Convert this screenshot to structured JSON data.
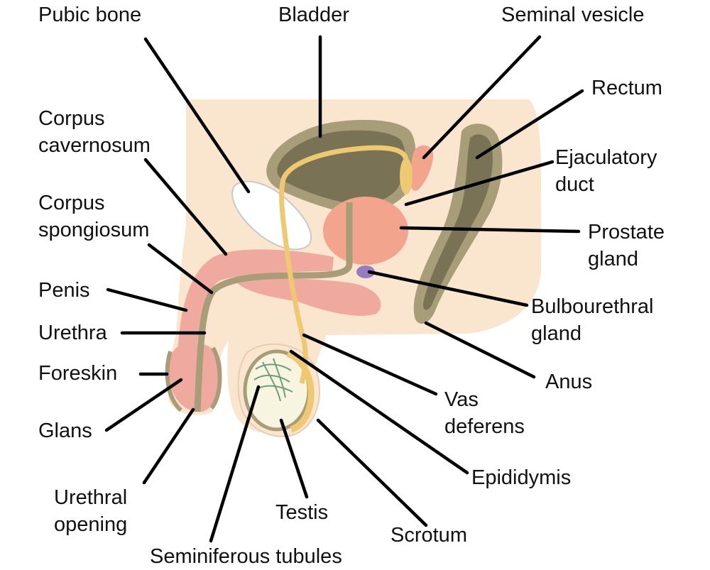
{
  "labels": {
    "pubic_bone": "Pubic bone",
    "bladder": "Bladder",
    "seminal_vesicle": "Seminal vesicle",
    "rectum": "Rectum",
    "corpus_cavernosum_1": "Corpus",
    "corpus_cavernosum_2": "cavernosum",
    "corpus_spongiosum_1": "Corpus",
    "corpus_spongiosum_2": "spongiosum",
    "ejaculatory_duct_1": "Ejaculatory",
    "ejaculatory_duct_2": "duct",
    "prostate_gland_1": "Prostate",
    "prostate_gland_2": "gland",
    "penis": "Penis",
    "urethra": "Urethra",
    "bulbourethral_gland_1": "Bulbourethral",
    "bulbourethral_gland_2": "gland",
    "foreskin": "Foreskin",
    "anus": "Anus",
    "vas_deferens_1": "Vas",
    "vas_deferens_2": "deferens",
    "glans": "Glans",
    "epididymis": "Epididymis",
    "urethral_opening_1": "Urethral",
    "urethral_opening_2": "opening",
    "testis": "Testis",
    "scrotum": "Scrotum",
    "seminiferous_tubules": "Seminiferous tubules"
  },
  "colors": {
    "body": "#fae5cf",
    "erectile": "#f0a99e",
    "organ_wall": "#a79e79",
    "organ_inner": "#7a7254",
    "duct": "#efc872",
    "prostate": "#f2a48c",
    "bulbourethral": "#9b7bbf",
    "bone": "#ffffff"
  }
}
